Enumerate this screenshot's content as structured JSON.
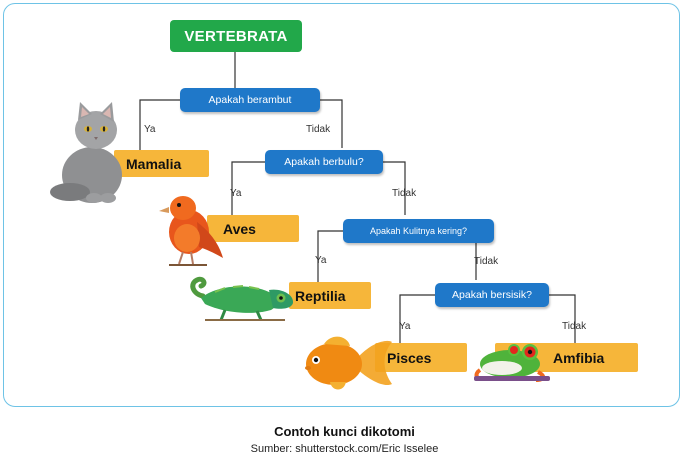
{
  "root": "VERTEBRATA",
  "questions": [
    "Apakah berambut",
    "Apakah berbulu?",
    "Apakah Kulitnya kering?",
    "Apakah bersisik?"
  ],
  "answers": [
    "Mamalia",
    "Aves",
    "Reptilia",
    "Pisces",
    "Amfibia"
  ],
  "branch_labels": {
    "yes": "Ya",
    "no": "Tidak"
  },
  "caption": {
    "title": "Contoh kunci dikotomi",
    "source": "Sumber: shutterstock.com/Eric Isselee"
  },
  "colors": {
    "root": "#22a84a",
    "question": "#1f78c9",
    "answer": "#f6b63a",
    "frame": "#6ec3e6"
  },
  "illustrations": [
    "cat-illustration",
    "canary-illustration",
    "chameleon-illustration",
    "goldfish-illustration",
    "frog-illustration"
  ]
}
